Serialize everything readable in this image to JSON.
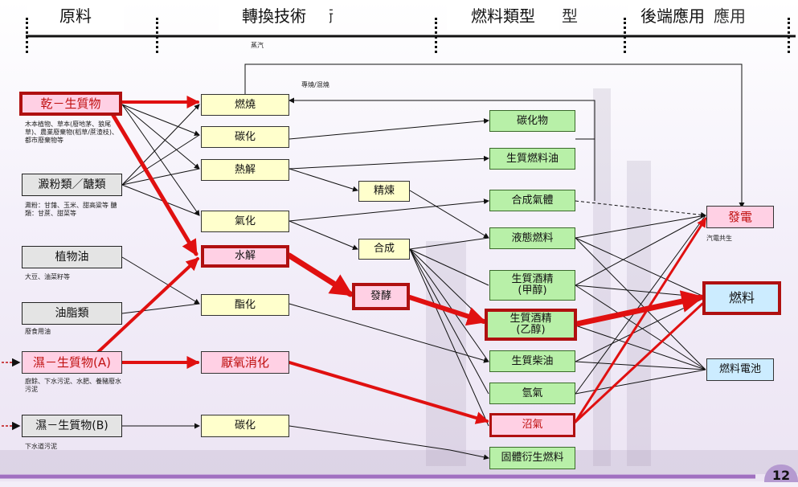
{
  "header": {
    "feedstock": "原料",
    "conversion": "轉換技術",
    "conversion_ghost": "術",
    "fuel_type": "燃料類型",
    "fuel_type_ghost": "型",
    "application": "後端應用",
    "application_ghost": "應用"
  },
  "labels": {
    "steam": "蒸汽",
    "cogeneration": "專燒/混燒"
  },
  "feedstock": {
    "dry": {
      "label": "乾－生質物",
      "note": "木本植物、草本(廢地茅、狼尾草)、農業廢棄物(稻草/蔗渣枝)、都市廢棄物等"
    },
    "starch": {
      "label": "澱粉類／醣類",
      "note": "澱粉：甘藷、玉米、甜高粱等 醣類：甘蔗、甜菜等"
    },
    "veg_oil": {
      "label": "植物油",
      "note": "大豆、油菜籽等"
    },
    "fats": {
      "label": "油脂類",
      "note": "廢食用油"
    },
    "wet_a": {
      "label": "濕－生質物(A)",
      "note": "廚餘、下水污泥、水肥、養豬廢水污泥"
    },
    "wet_b": {
      "label": "濕－生質物(B)",
      "note": "下水道污泥"
    }
  },
  "conversion": {
    "combustion": "燃燒",
    "carbonization": "碳化",
    "pyrolysis": "熱解",
    "gasification": "氣化",
    "hydrolysis": "水解",
    "esterification": "酯化",
    "anaerobic": "厭氧消化",
    "carbonization_b": "碳化"
  },
  "intermediate": {
    "refining": "精煉",
    "synthesis": "合成",
    "fermentation": "發酵"
  },
  "fuels": {
    "carbide": "碳化物",
    "bio_oil": "生質燃料油",
    "syngas": "合成氣體",
    "liquid": "液態燃料",
    "methanol_1": "生質酒精",
    "methanol_2": "(甲醇)",
    "ethanol_1": "生質酒精",
    "ethanol_2": "(乙醇)",
    "biodiesel": "生質柴油",
    "hydrogen": "氫氣",
    "biogas": "沼氣",
    "solid": "固體衍生燃料"
  },
  "apps": {
    "power": "發電",
    "power_note": "汽電共生",
    "fuel": "燃料",
    "fuel_cell": "燃料電池"
  },
  "page_number": "12",
  "colors": {
    "highlight": "#e01010",
    "fuel_box": "#b8f0a8",
    "conversion_box": "#ffffcc",
    "pink_box": "#ffd0e4",
    "app_box": "#ccecff"
  }
}
